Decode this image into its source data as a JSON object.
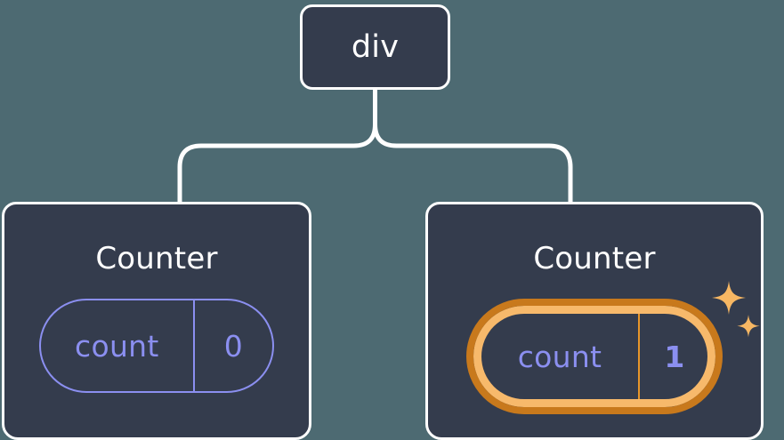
{
  "diagram": {
    "type": "component-tree",
    "background_color": "#4d6a72",
    "node_fill_color": "#343c4d",
    "node_border_color": "#ffffff",
    "connector_color": "#ffffff",
    "accent_purple": "#8b8ff0",
    "accent_orange_outer": "#c8791c",
    "accent_orange_inner": "#f7b96b",
    "accent_orange_divider": "#e8962a",
    "sparkle_color": "#f7b763"
  },
  "root": {
    "label": "div"
  },
  "children": [
    {
      "label": "Counter",
      "state": {
        "key": "count",
        "value": "0"
      },
      "highlighted": false
    },
    {
      "label": "Counter",
      "state": {
        "key": "count",
        "value": "1"
      },
      "highlighted": true,
      "sparkles": [
        "sparkle-large",
        "sparkle-small"
      ]
    }
  ]
}
